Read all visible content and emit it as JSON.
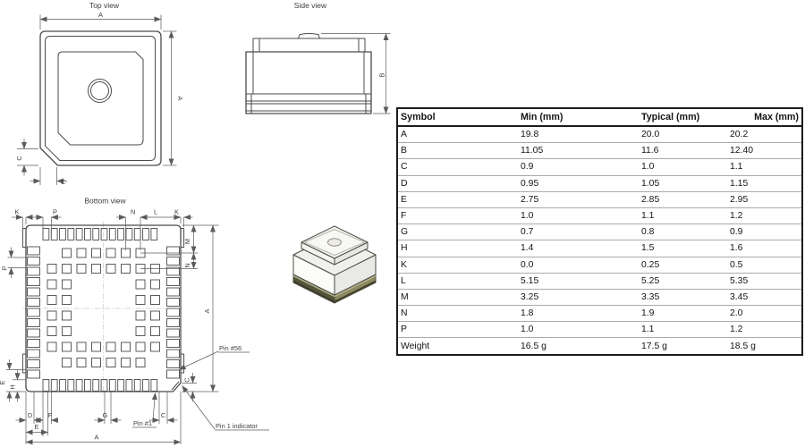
{
  "titles": {
    "top_view": "Top view",
    "side_view": "Side view",
    "bottom_view": "Bottom view"
  },
  "dim_labels": {
    "A": "A",
    "B": "B",
    "C": "C",
    "D": "D",
    "E": "E",
    "F": "F",
    "G": "G",
    "H": "H",
    "K": "K",
    "L": "L",
    "M": "M",
    "N": "N",
    "P": "P"
  },
  "annotations": {
    "pin56": "Pin #56",
    "pin1": "Pin #1",
    "pin1_indicator": "Pin 1 indicator"
  },
  "table": {
    "headers": [
      "Symbol",
      "Min (mm)",
      "Typical (mm)",
      "Max (mm)"
    ],
    "rows": [
      [
        "A",
        "19.8",
        "20.0",
        "20.2"
      ],
      [
        "B",
        "11.05",
        "11.6",
        "12.40"
      ],
      [
        "C",
        "0.9",
        "1.0",
        "1.1"
      ],
      [
        "D",
        "0.95",
        "1.05",
        "1.15"
      ],
      [
        "E",
        "2.75",
        "2.85",
        "2.95"
      ],
      [
        "F",
        "1.0",
        "1.1",
        "1.2"
      ],
      [
        "G",
        "0.7",
        "0.8",
        "0.9"
      ],
      [
        "H",
        "1.4",
        "1.5",
        "1.6"
      ],
      [
        "K",
        "0.0",
        "0.25",
        "0.5"
      ],
      [
        "L",
        "5.15",
        "5.25",
        "5.35"
      ],
      [
        "M",
        "3.25",
        "3.35",
        "3.45"
      ],
      [
        "N",
        "1.8",
        "1.9",
        "2.0"
      ],
      [
        "P",
        "1.0",
        "1.1",
        "1.2"
      ],
      [
        "Weight",
        "16.5 g",
        "17.5 g",
        "18.5 g"
      ]
    ]
  },
  "colors": {
    "line": "#4b4b4b",
    "dim_line": "#5b5b5b",
    "table_border": "#1c1c1c",
    "row_divider": "#ababab",
    "pcb_olive_dark": "#55543c",
    "pcb_olive_light": "#8b8a62",
    "ceramic_white": "#f7f7f3"
  }
}
